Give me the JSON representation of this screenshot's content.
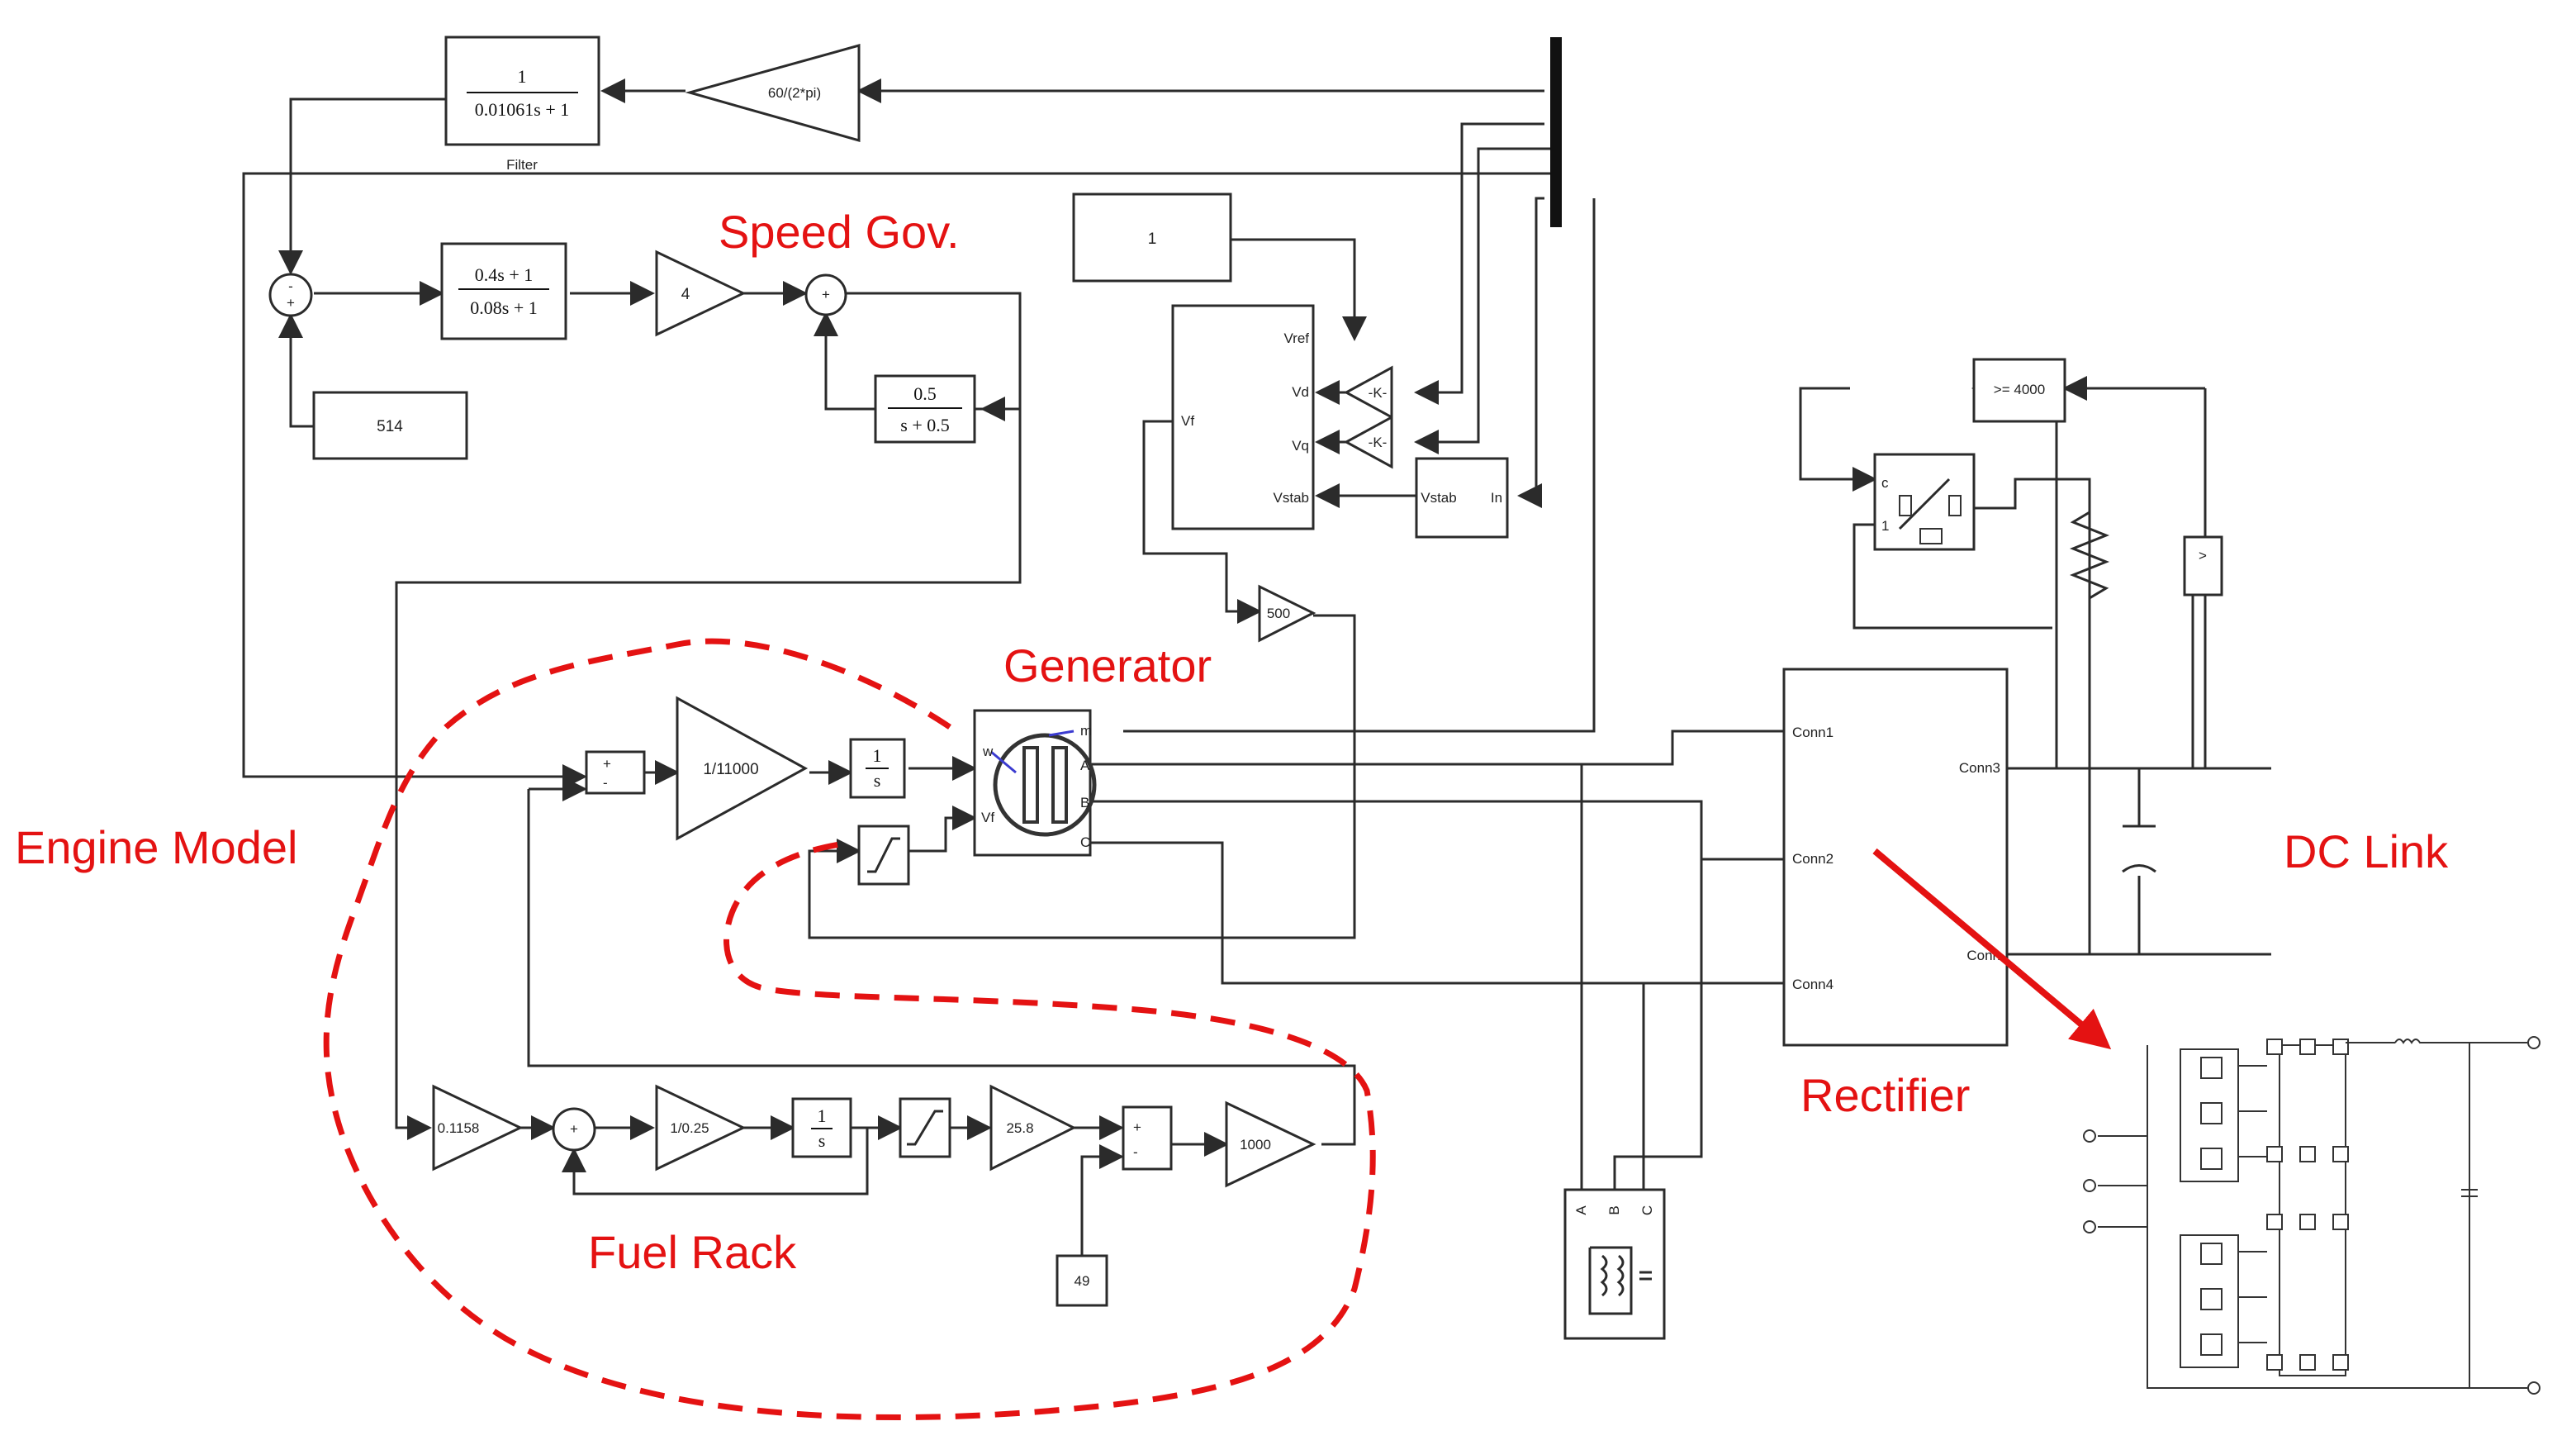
{
  "annotations": {
    "speed_gov": "Speed Gov.",
    "generator": "Generator",
    "engine_model": "Engine Model",
    "dc_link": "DC Link",
    "fuel_rack": "Fuel Rack",
    "rectifier": "Rectifier"
  },
  "blocks": {
    "filter_num": "1",
    "filter_den": "0.01061s + 1",
    "filter_label": "Filter",
    "gain_rpm": "60/(2*pi)",
    "lead_num": "0.4s + 1",
    "lead_den": "0.08s + 1",
    "gain_4": "4",
    "integ_num": "0.5",
    "integ_den": "s + 0.5",
    "const_514": "514",
    "const_1": "1",
    "vref": "Vref",
    "vd": "Vd",
    "vq": "Vq",
    "vstab": "Vstab",
    "vf": "Vf",
    "k_gain": "-K-",
    "vstab_block": "Vstab",
    "in_port": "In",
    "gain_500": "500",
    "gain_inertia": "1/11000",
    "int_num": "1",
    "int_den": "s",
    "gen_w": "w",
    "gen_vf": "Vf",
    "gen_m": "m",
    "gen_a": "A",
    "gen_b": "B",
    "gen_c": "C",
    "gain_01158": "0.1158",
    "gain_025": "1/0.25",
    "gain_258": "25.8",
    "gain_1000": "1000",
    "const_49": "49",
    "cmp_4000": ">= 4000",
    "cmp_gt": ">",
    "conn1": "Conn1",
    "conn2": "Conn2",
    "conn3": "Conn3",
    "conn4": "Conn4",
    "conn_right2": "Conn",
    "load_a": "A",
    "load_b": "B",
    "load_c": "C",
    "switch_c": "c",
    "switch_1": "1"
  }
}
